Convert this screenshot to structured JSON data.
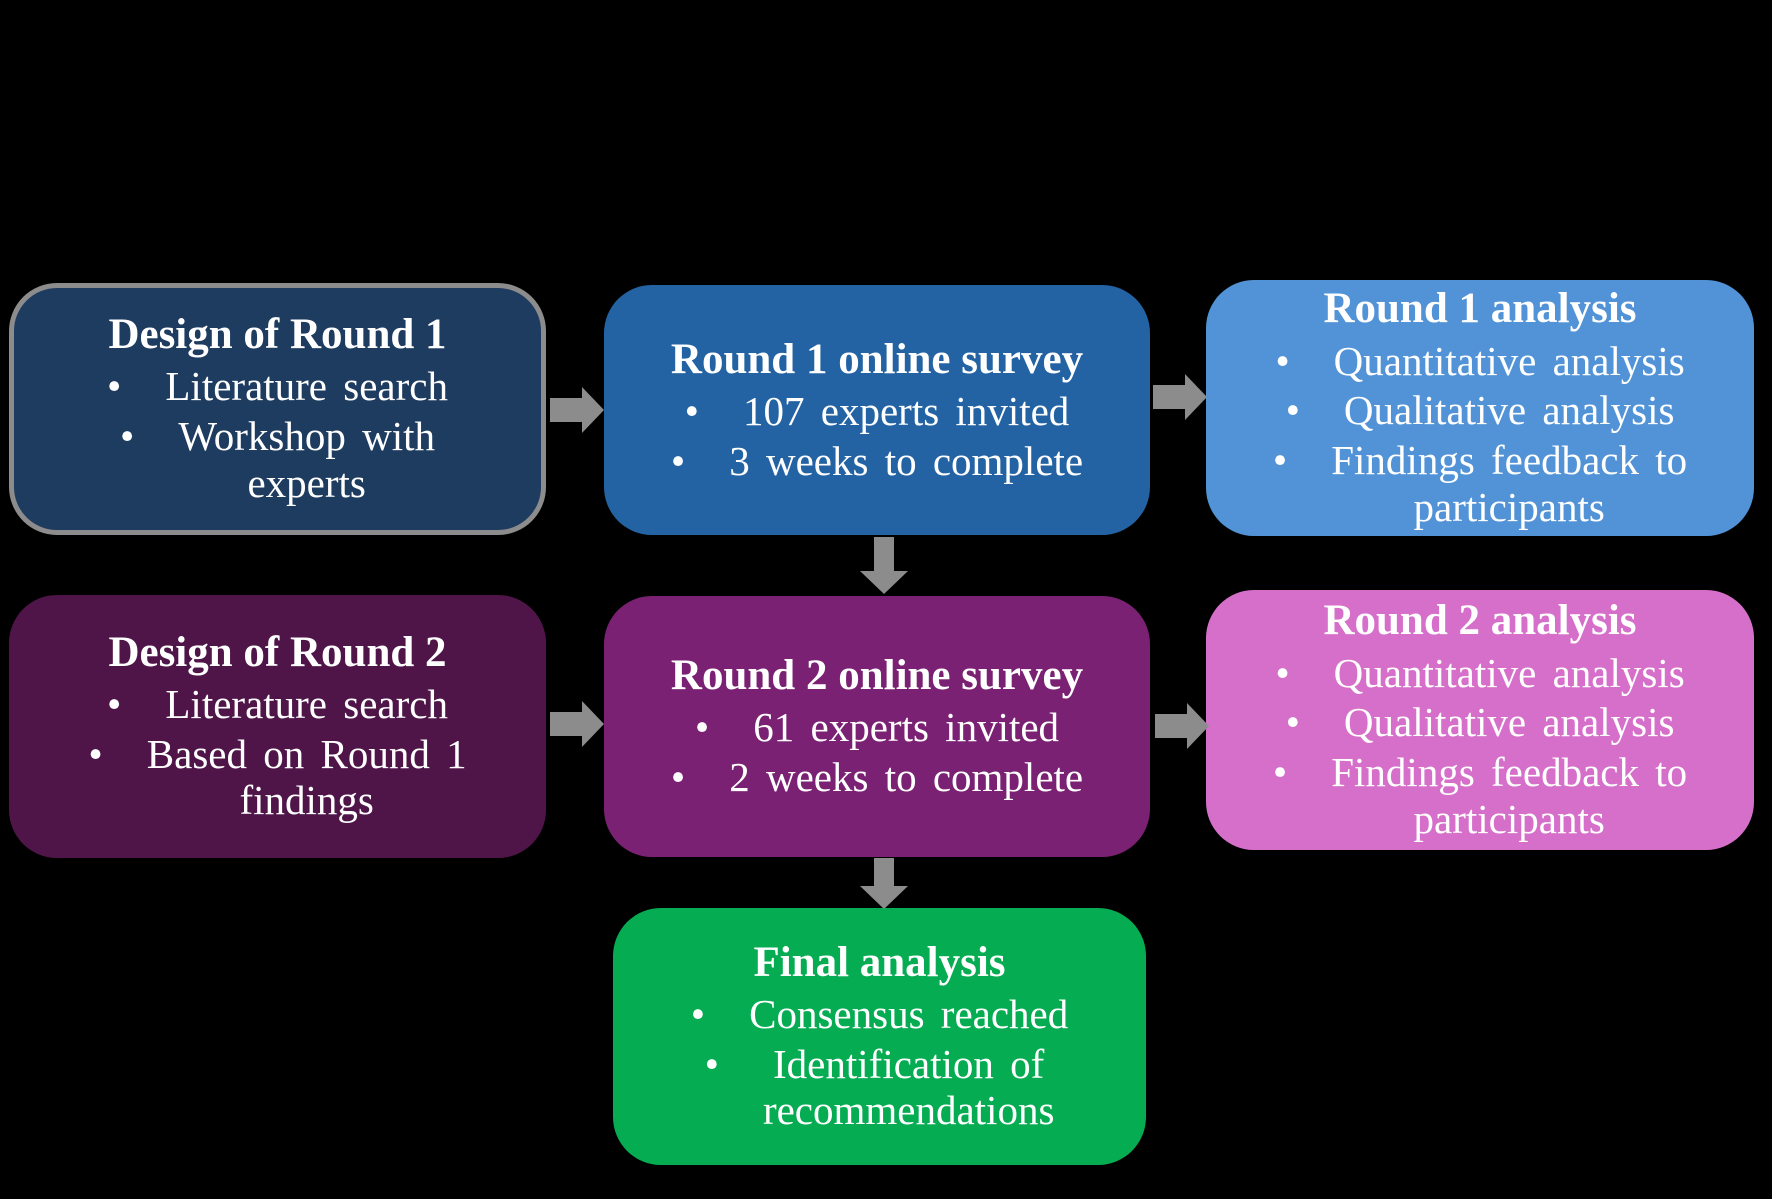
{
  "background_color": "#000000",
  "text_color": "#FFFFFF",
  "arrow_color": "#8C8C8C",
  "ui": {
    "bullet_char": "•"
  },
  "boxes": [
    {
      "name": "design-round-1",
      "title": "Design of Round 1",
      "bullets": [
        "Literature search",
        "Workshop with\nexperts"
      ],
      "bg": "#1E3B60",
      "border": "#8C8C8C"
    },
    {
      "name": "round-1-online-survey",
      "title": "Round 1 online survey",
      "bullets": [
        "107 experts invited",
        "3 weeks to complete"
      ],
      "bg": "#2463A3"
    },
    {
      "name": "round-1-analysis",
      "title": "Round 1 analysis",
      "bullets": [
        "Quantitative analysis",
        "Qualitative analysis",
        "Findings feedback to\nparticipants"
      ],
      "bg": "#5193D6"
    },
    {
      "name": "design-round-2",
      "title": "Design of Round 2",
      "bullets": [
        "Literature search",
        "Based on Round 1\nfindings"
      ],
      "bg": "#4F1549"
    },
    {
      "name": "round-2-online-survey",
      "title": "Round 2 online survey",
      "bullets": [
        "61 experts invited",
        "2 weeks to complete"
      ],
      "bg": "#7A2173"
    },
    {
      "name": "round-2-analysis",
      "title": "Round 2 analysis",
      "bullets": [
        "Quantitative analysis",
        "Qualitative analysis",
        "Findings feedback to\nparticipants"
      ],
      "bg": "#D56FCA"
    },
    {
      "name": "final-analysis",
      "title": "Final analysis",
      "bullets": [
        "Consensus reached",
        "Identification of\nrecommendations"
      ],
      "bg": "#06AC52"
    }
  ],
  "arrows": [
    {
      "type": "right",
      "from": "Design of Round 1",
      "to": "Round 1 online survey"
    },
    {
      "type": "right",
      "from": "Round 1 online survey",
      "to": "Round 1 analysis"
    },
    {
      "type": "right",
      "from": "Design of Round 2",
      "to": "Round 2 online survey"
    },
    {
      "type": "right",
      "from": "Round 2 online survey",
      "to": "Round 2 analysis"
    },
    {
      "type": "down",
      "from": "Round 1 online survey",
      "to": "Round 2 online survey"
    },
    {
      "type": "down",
      "from": "Round 2 online survey",
      "to": "Final analysis"
    }
  ]
}
